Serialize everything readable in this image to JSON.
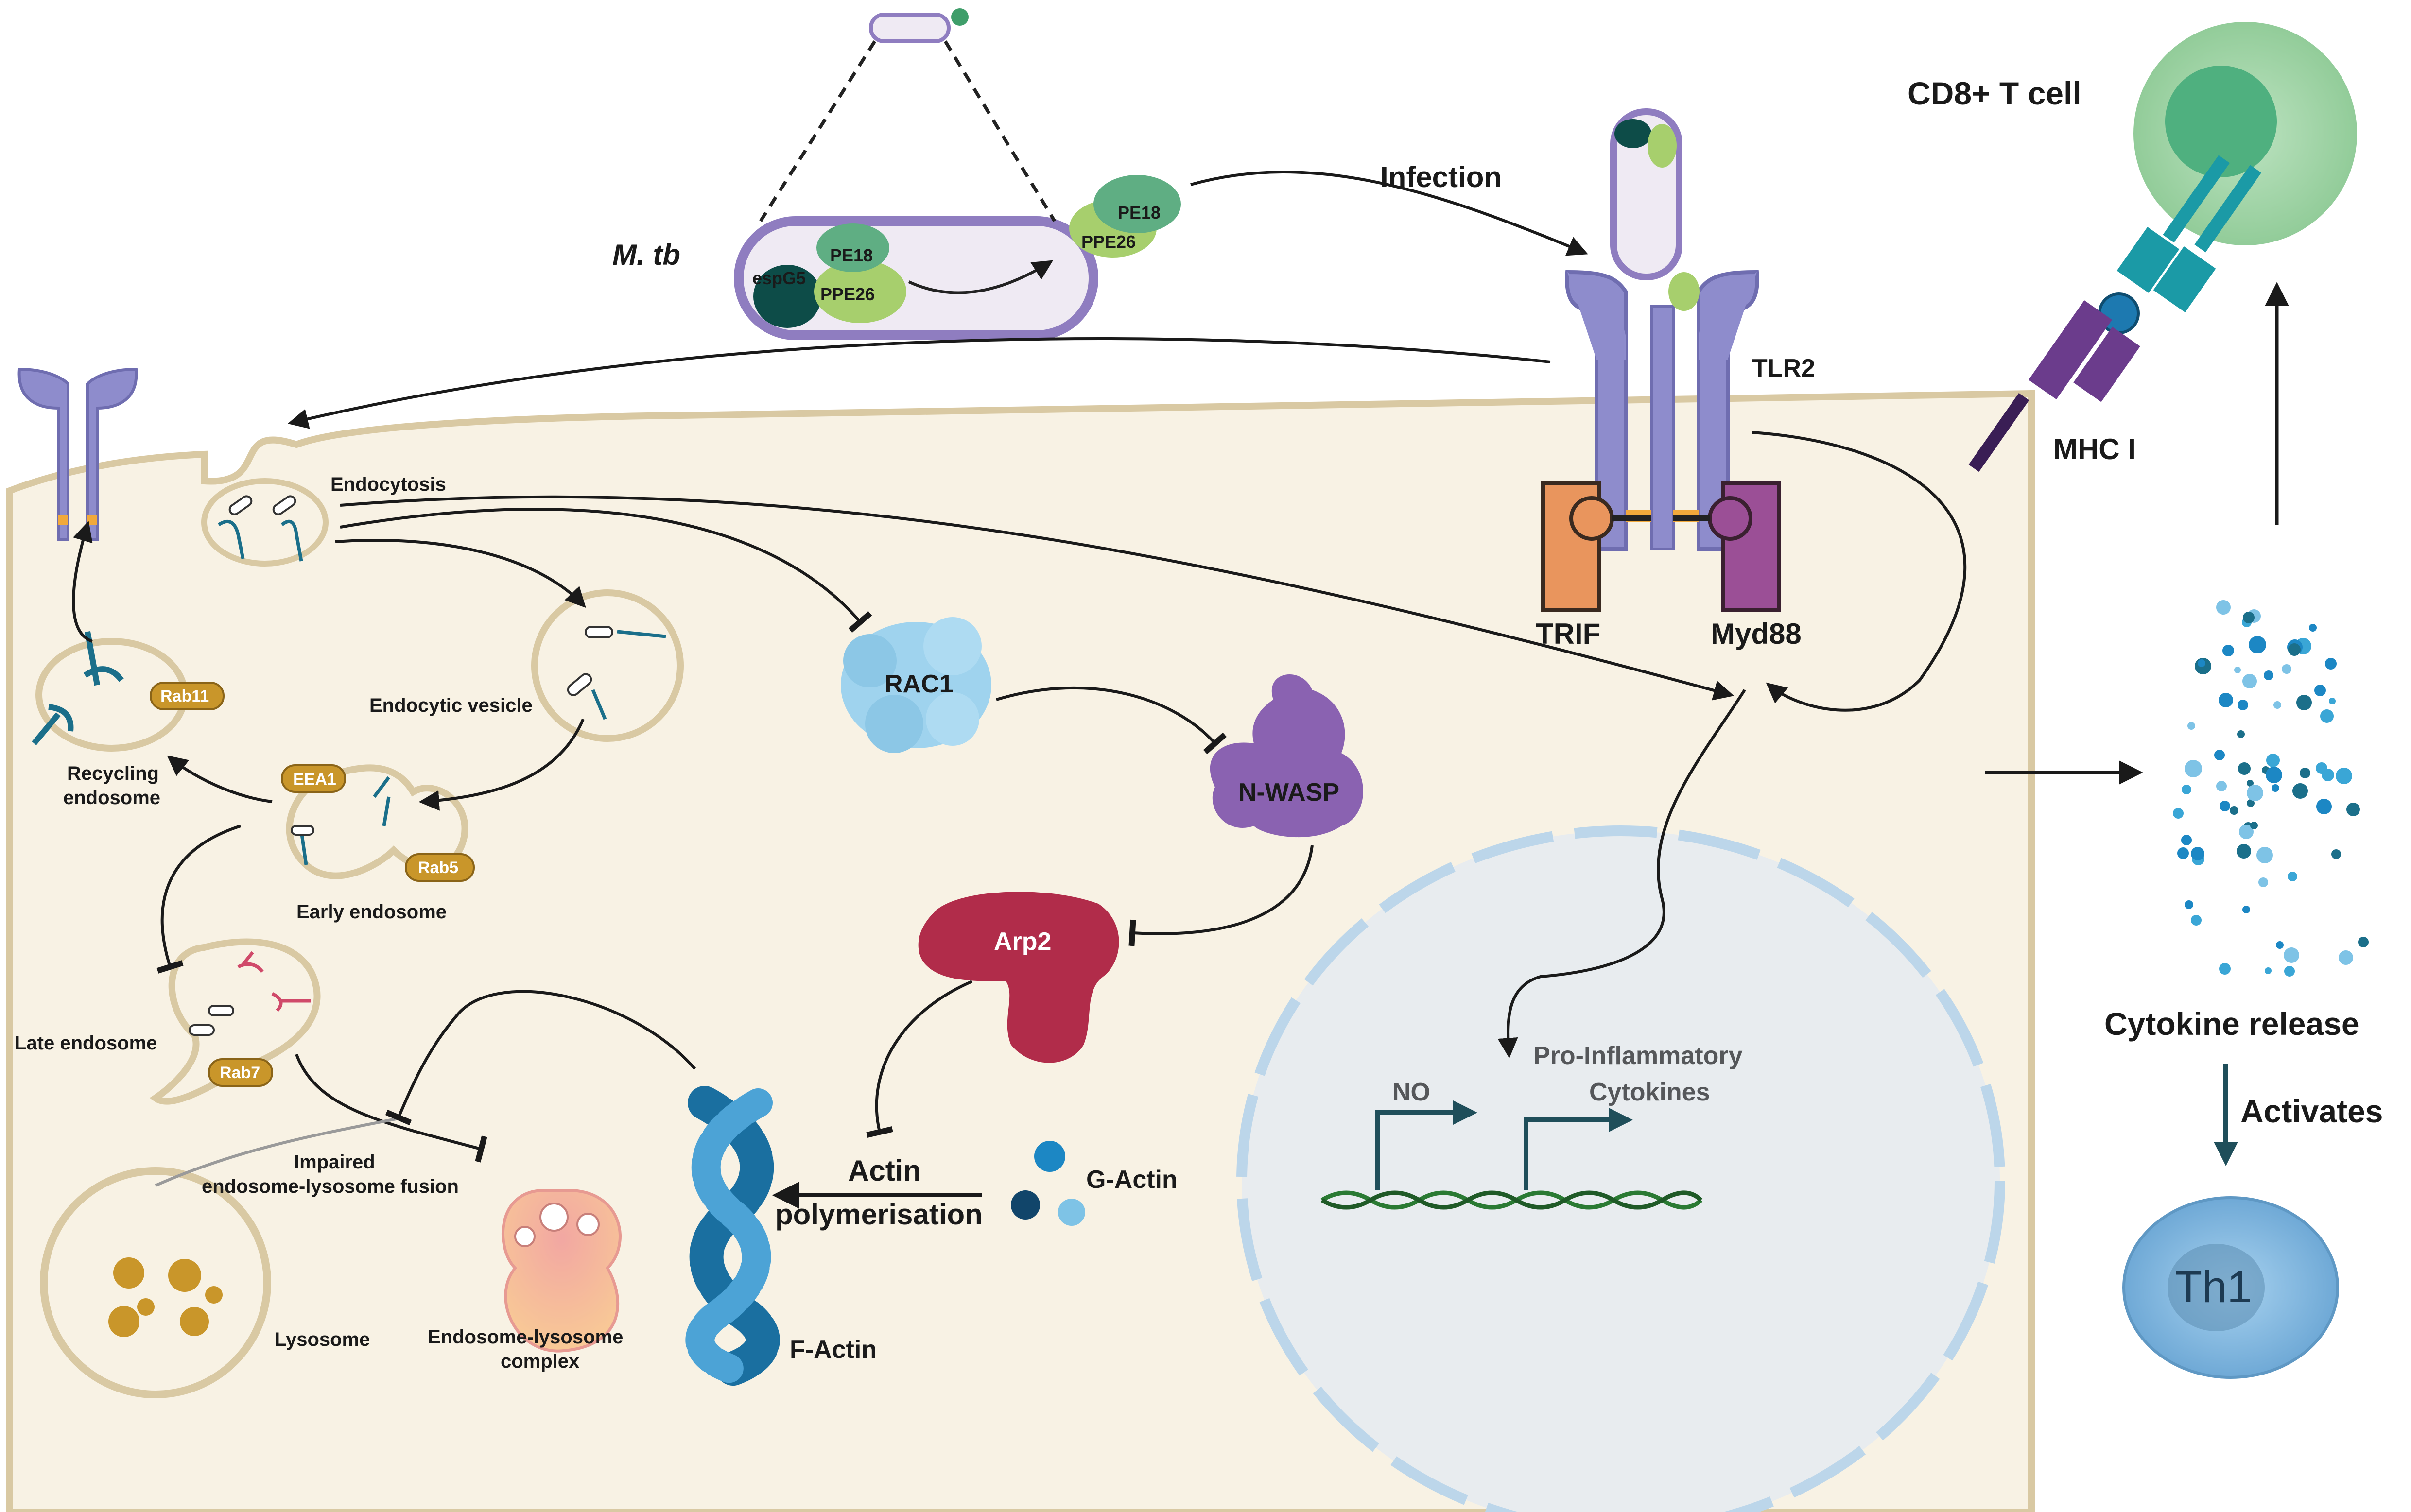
{
  "labels": {
    "m_tb": "M. tb",
    "pe18": "PE18",
    "ppe26": "PPE26",
    "espg5": "espG5",
    "infection": "Infection",
    "tlr2": "TLR2",
    "trif": "TRIF",
    "myd88": "Myd88",
    "cd8_t_cell": "CD8+ T cell",
    "mhc_i": "MHC I",
    "endocytosis": "Endocytosis",
    "endocytic_vesicle": "Endocytic vesicle",
    "recycling_endosome_1": "Recycling",
    "recycling_endosome_2": "endosome",
    "early_endosome": "Early endosome",
    "late_endosome": "Late  endosome",
    "impaired_fusion_1": "Impaired",
    "impaired_fusion_2": "endosome-lysosome fusion",
    "lysosome": "Lysosome",
    "el_complex_1": "Endosome-lysosome",
    "el_complex_2": "complex",
    "rab11": "Rab11",
    "eea1": "EEA1",
    "rab5": "Rab5",
    "rab7": "Rab7",
    "rac1": "RAC1",
    "n_wasp": "N-WASP",
    "arp2": "Arp2",
    "actin_poly_1": "Actin",
    "actin_poly_2": "polymerisation",
    "g_actin": "G-Actin",
    "f_actin": "F-Actin",
    "no": "NO",
    "pro_inflam_1": "Pro-Inflammatory",
    "pro_inflam_2": "Cytokines",
    "cytokine_release": "Cytokine release",
    "activates": "Activates",
    "th1": "Th1"
  },
  "colors": {
    "cell_fill": "#f8f2e4",
    "cell_border": "#d9c9a3",
    "receptor": "#8e8ccc",
    "trif": "#e9955d",
    "myd88": "#9b4f96",
    "rac1": "#9fd3ee",
    "n_wasp": "#8a62b1",
    "arp2": "#b12c4a",
    "f_actin": "#1a6fa0",
    "nucleus": "#e8ecef",
    "dna": "#2a7a33",
    "cd8_cell": "#a8d8ad",
    "th1_cell": "#7fb8df",
    "mhc": "#6b3c8c",
    "tcr": "#1b9aa6",
    "badge": "#c9962a"
  },
  "icons": [
    "receptor-icon",
    "bacterium-icon",
    "protein-icon",
    "vesicle-icon",
    "dna-icon",
    "cell-icon",
    "arrow-icon",
    "inhibition-icon"
  ]
}
